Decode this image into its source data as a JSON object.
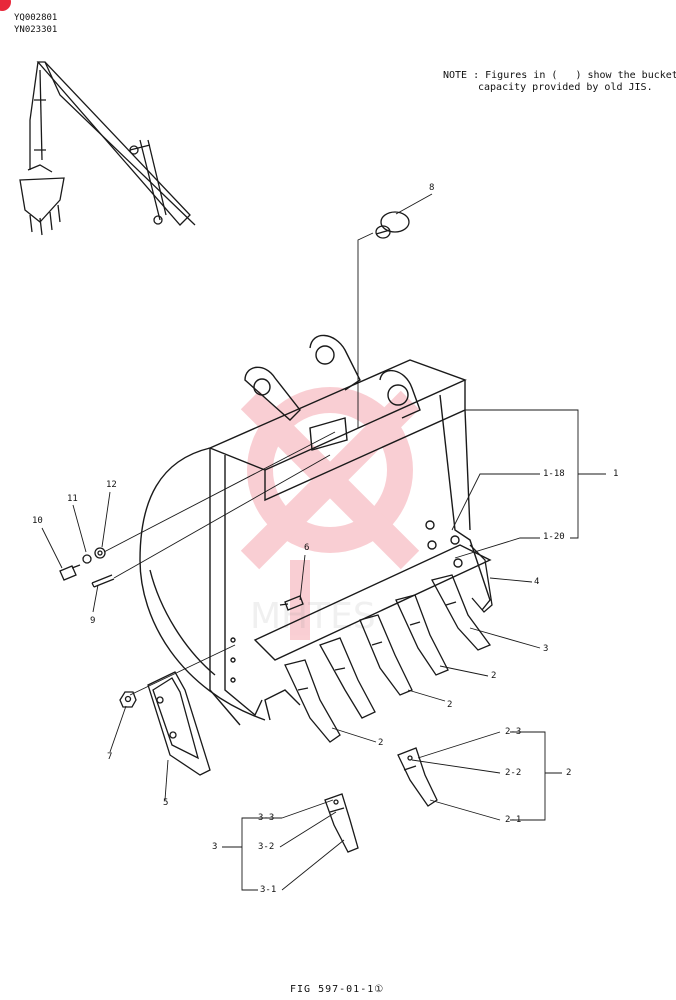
{
  "header": {
    "code_line_1": "YQ002801",
    "code_line_2": "YN023301"
  },
  "note": {
    "line_1": "NOTE : Figures in (   ) show the bucket",
    "line_2": "capacity provided by old JIS."
  },
  "labels": {
    "l1": "1",
    "l1_18": "1-18",
    "l1_20": "1-20",
    "l2_a": "2",
    "l2_b": "2",
    "l2_c": "2",
    "l2_group": "2",
    "l2_1": "2-1",
    "l2_2": "2-2",
    "l2_3": "2-3",
    "l3_a": "3",
    "l3_group": "3",
    "l3_1": "3-1",
    "l3_2": "3-2",
    "l3_3": "3-3",
    "l4": "4",
    "l5": "5",
    "l6": "6",
    "l7": "7",
    "l8": "8",
    "l9": "9",
    "l10": "10",
    "l11": "11",
    "l12": "12"
  },
  "caption": "FIG 597-01-1①",
  "colors": {
    "line": "#1a1a1a",
    "watermark": "#e8273a",
    "corner_mark": "#e8273a"
  }
}
